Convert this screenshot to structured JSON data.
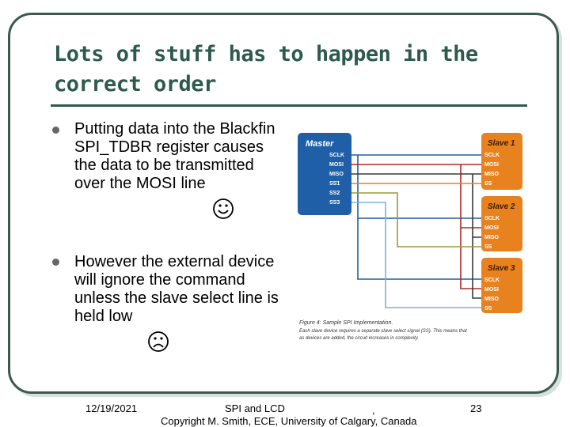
{
  "slide": {
    "title": "Lots of stuff has to happen in the correct order",
    "bullets": [
      {
        "text": "Putting data into the Blackfin SPI_TDBR register causes the data to be transmitted over the MOSI line",
        "emoticon": "happy-face-icon"
      },
      {
        "text": "However the external device will ignore the command unless the slave select line is held low",
        "emoticon": "sad-face-icon"
      }
    ]
  },
  "diagram": {
    "master": {
      "title": "Master",
      "pins": [
        "SCLK",
        "MOSI",
        "MISO",
        "SS1",
        "SS2",
        "SS3"
      ]
    },
    "slaves": [
      {
        "title": "Slave 1",
        "pins": [
          "SCLK",
          "MOSI",
          "MISO",
          "SS"
        ]
      },
      {
        "title": "Slave 2",
        "pins": [
          "SCLK",
          "MOSI",
          "MISO",
          "SS"
        ]
      },
      {
        "title": "Slave 3",
        "pins": [
          "SCLK",
          "MOSI",
          "MISO",
          "SS"
        ]
      }
    ],
    "caption_line1": "Figure 4: Sample SPI Implementation.",
    "caption_line2": "Each slave device requires a separate slave select signal (SS). This means that",
    "caption_line3": "as devices are added, the circuit increases in complexity.",
    "colors": {
      "master": "#1f5fa8",
      "slave": "#e8821e",
      "sclk": "#1f5fa8",
      "mosi": "#b0282a",
      "miso": "#3a3a3a",
      "ss1": "#e8821e",
      "ss2": "#9a9a3a",
      "ss3": "#7fb0d8"
    }
  },
  "footer": {
    "date": "12/19/2021",
    "course": "SPI and LCD",
    "separator": ",",
    "copyright": "Copyright M. Smith, ECE, University of Calgary, Canada",
    "page": "23"
  }
}
